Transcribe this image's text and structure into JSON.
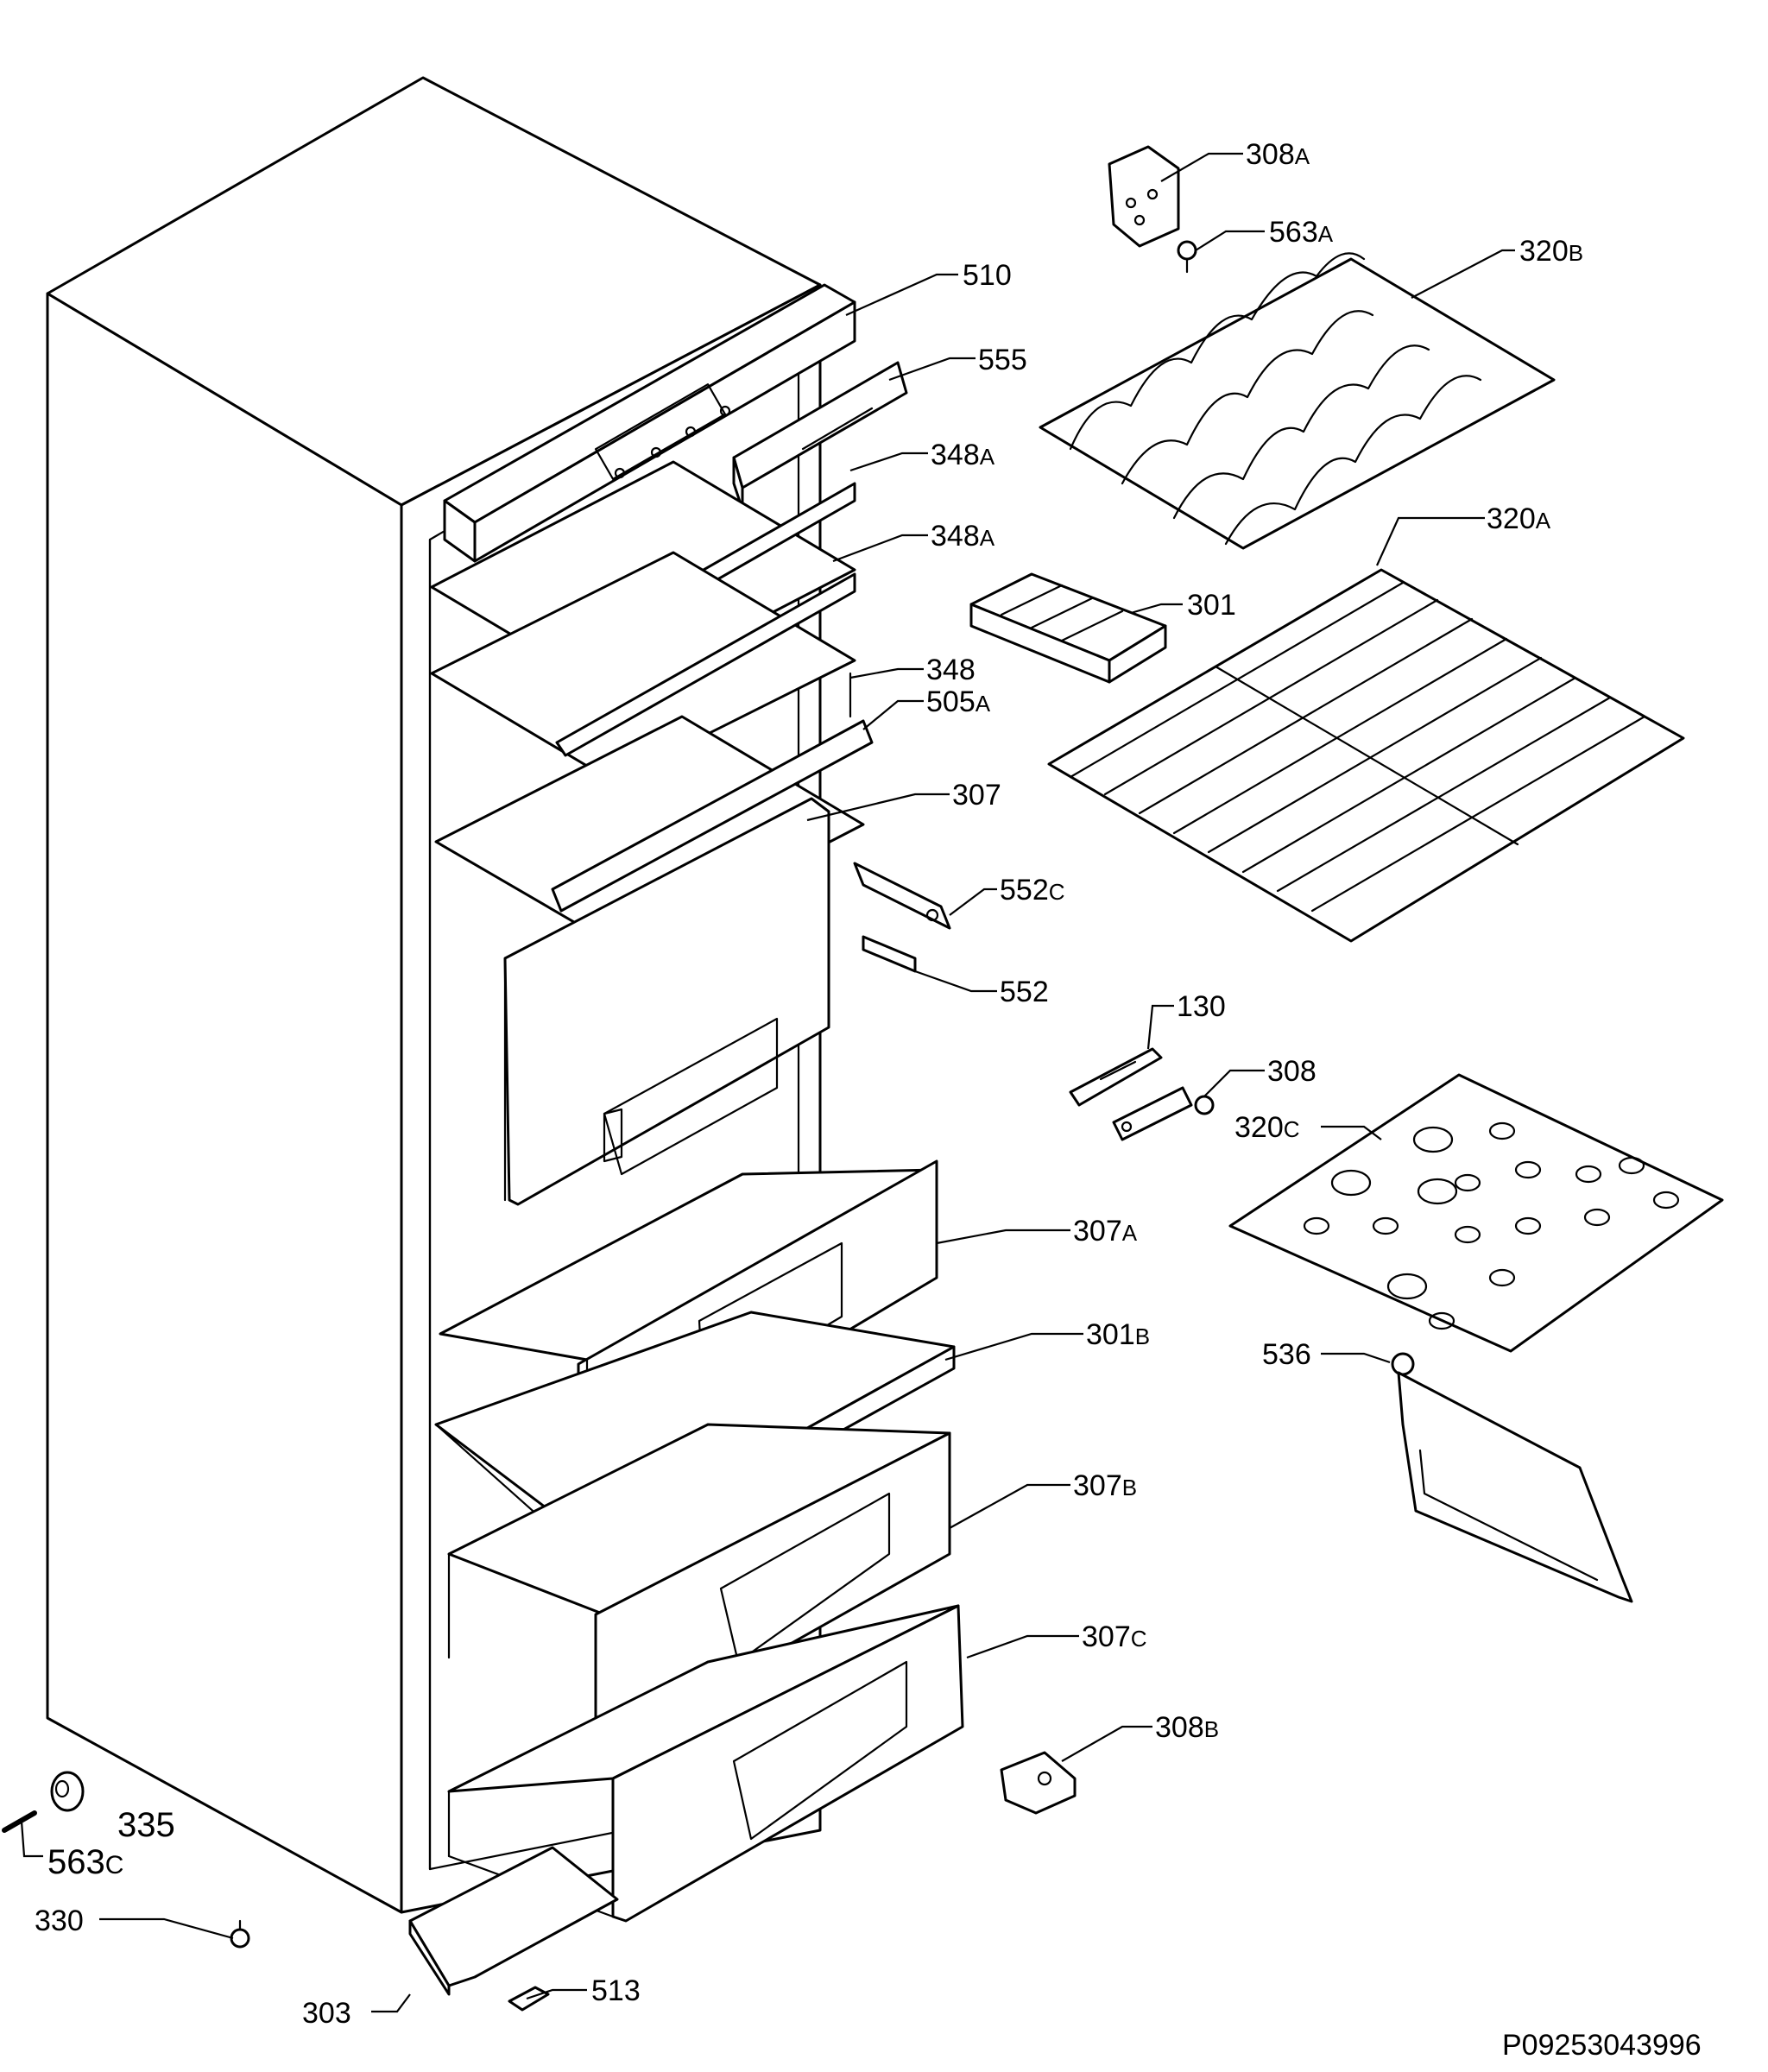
{
  "diagram": {
    "document_code": "P09253043996",
    "callouts": {
      "c308a": {
        "num": "308",
        "suf": "A"
      },
      "c563a": {
        "num": "563",
        "suf": "A"
      },
      "c320b": {
        "num": "320",
        "suf": "B"
      },
      "c510": {
        "num": "510",
        "suf": ""
      },
      "c555": {
        "num": "555",
        "suf": ""
      },
      "c348a1": {
        "num": "348",
        "suf": "A"
      },
      "c348a2": {
        "num": "348",
        "suf": "A"
      },
      "c320a": {
        "num": "320",
        "suf": "A"
      },
      "c301": {
        "num": "301",
        "suf": ""
      },
      "c348": {
        "num": "348",
        "suf": ""
      },
      "c505a": {
        "num": "505",
        "suf": "A"
      },
      "c307": {
        "num": "307",
        "suf": ""
      },
      "c552c": {
        "num": "552",
        "suf": "C"
      },
      "c552": {
        "num": "552",
        "suf": ""
      },
      "c130": {
        "num": "130",
        "suf": ""
      },
      "c308": {
        "num": "308",
        "suf": ""
      },
      "c320c": {
        "num": "320",
        "suf": "C"
      },
      "c307a": {
        "num": "307",
        "suf": "A"
      },
      "c301b": {
        "num": "301",
        "suf": "B"
      },
      "c536": {
        "num": "536",
        "suf": ""
      },
      "c307b": {
        "num": "307",
        "suf": "B"
      },
      "c307c": {
        "num": "307",
        "suf": "C"
      },
      "c308b": {
        "num": "308",
        "suf": "B"
      },
      "c335": {
        "num": "335",
        "suf": ""
      },
      "c563c": {
        "num": "563",
        "suf": "C"
      },
      "c330": {
        "num": "330",
        "suf": ""
      },
      "c303": {
        "num": "303",
        "suf": ""
      },
      "c513": {
        "num": "513",
        "suf": ""
      }
    }
  }
}
